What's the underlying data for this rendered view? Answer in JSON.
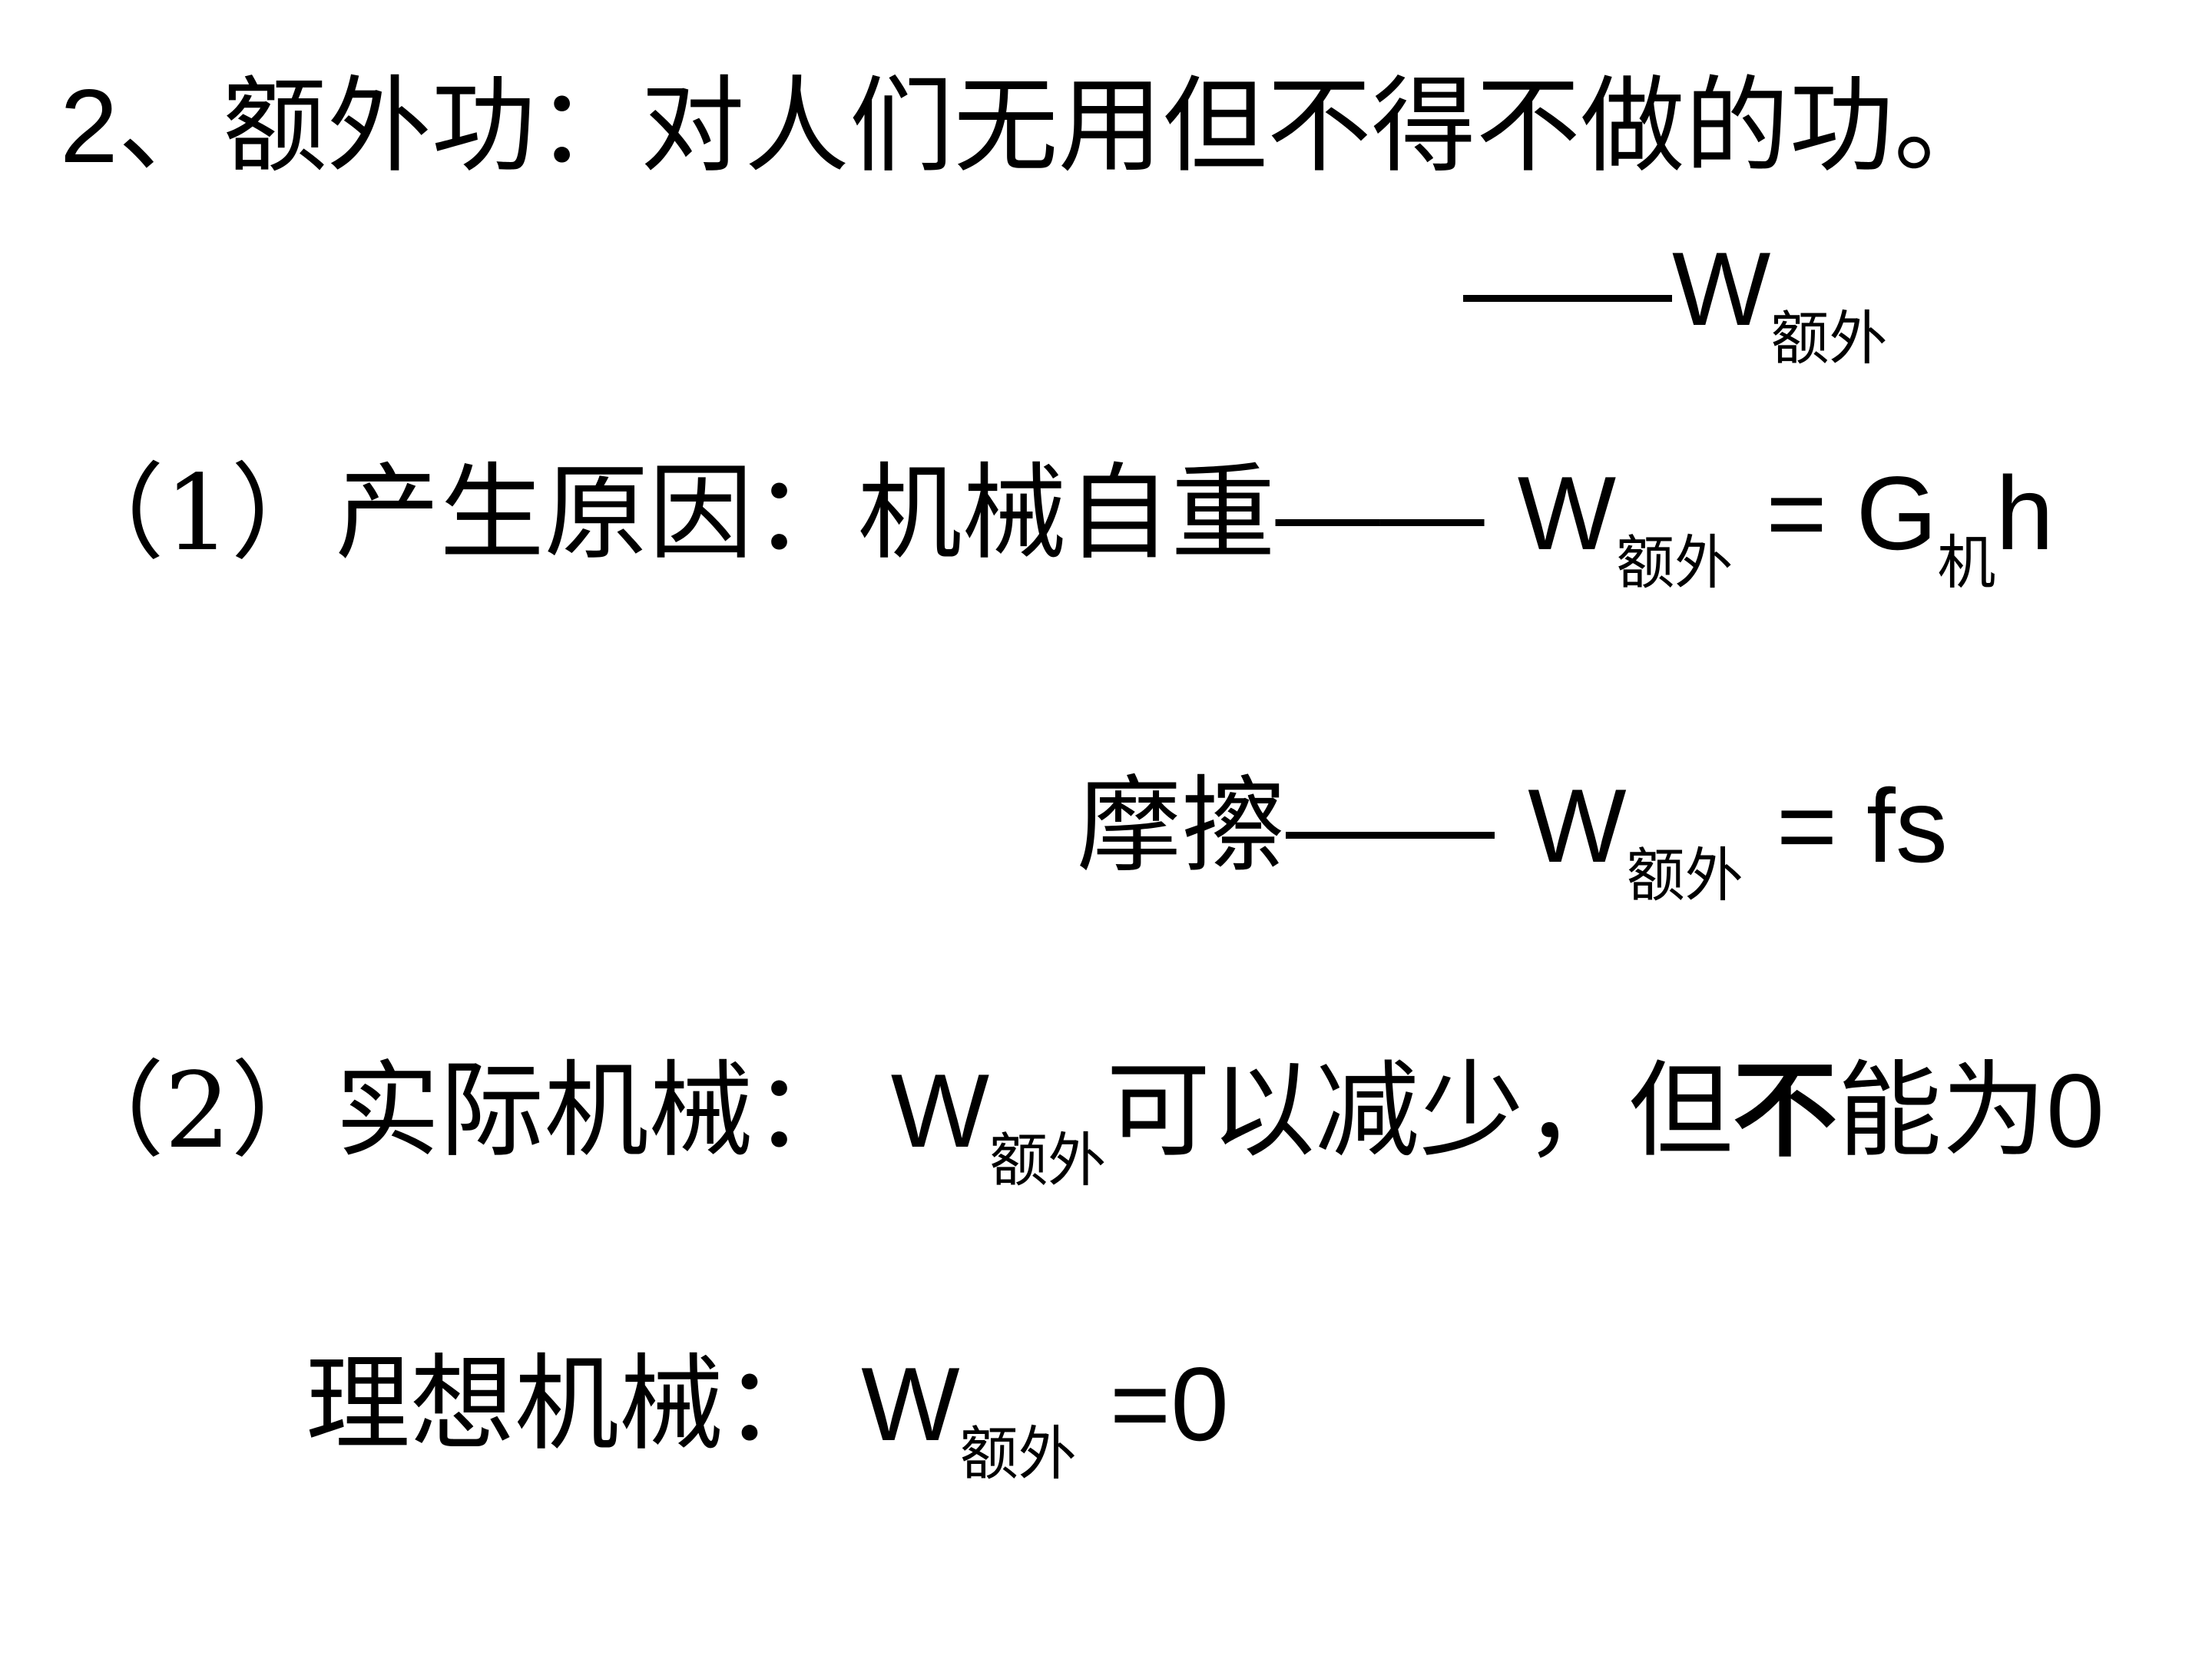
{
  "title_line": {
    "number": "2",
    "separator": "、",
    "text": "额外功：对人们无用但不得不做的功。"
  },
  "symbol_line": {
    "dash": "——",
    "symbol": "W",
    "subscript": "额外"
  },
  "cause_line": {
    "label": "（1）产生原因：机械自重",
    "dash": "——",
    "symbol": "W",
    "subscript": "额外",
    "equals": "= G",
    "g_subscript": "机",
    "tail": "h"
  },
  "friction_line": {
    "label": "摩擦",
    "dash": "——",
    "symbol": "W",
    "subscript": "额外",
    "equals": "= fs"
  },
  "real_line": {
    "label": "（2）实际机械：",
    "symbol": "W",
    "subscript": "额外",
    "text_before": "可以减少，但",
    "text_bold": "不",
    "text_after": "能为",
    "value": "0"
  },
  "ideal_line": {
    "label": "理想机械：",
    "symbol": "W",
    "subscript": "额外",
    "equals": "=0"
  }
}
